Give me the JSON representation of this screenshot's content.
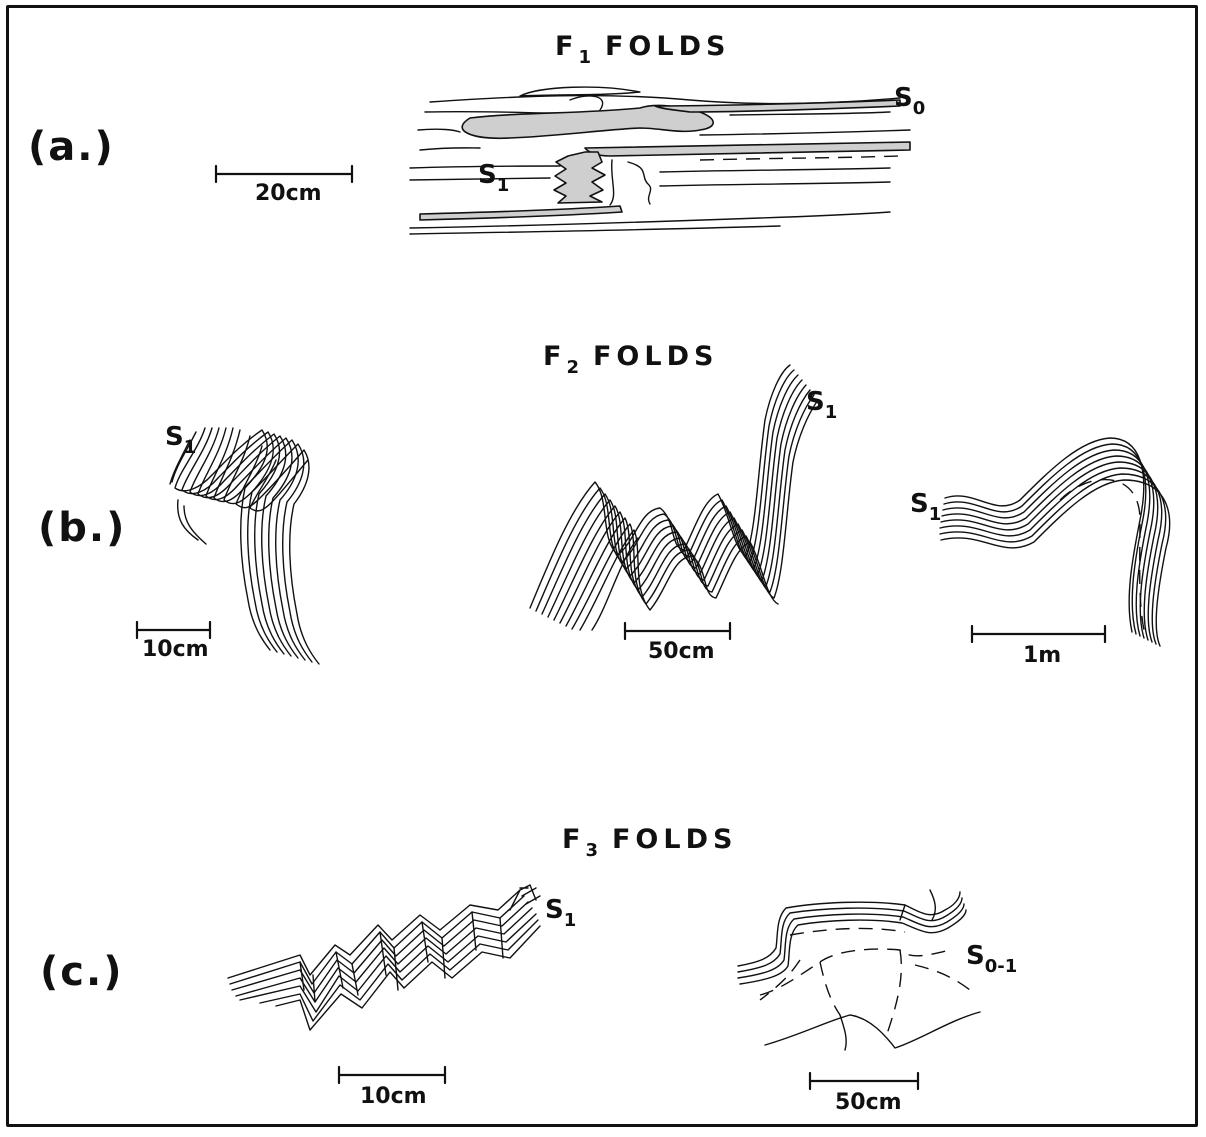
{
  "figure": {
    "panels": [
      {
        "id": "a",
        "label": "(a.)",
        "heading": {
          "prefix": "F",
          "sub": "1",
          "suffix": "FOLDS"
        },
        "labels": [
          {
            "base": "S",
            "sub": "0"
          },
          {
            "base": "S",
            "sub": "1"
          }
        ],
        "scale_bars": [
          "20cm"
        ]
      },
      {
        "id": "b",
        "label": "(b.)",
        "heading": {
          "prefix": "F",
          "sub": "2",
          "suffix": "FOLDS"
        },
        "labels": [
          {
            "base": "S",
            "sub": "1"
          },
          {
            "base": "S",
            "sub": "1"
          },
          {
            "base": "S",
            "sub": "1"
          }
        ],
        "scale_bars": [
          "10cm",
          "50cm",
          "1m"
        ]
      },
      {
        "id": "c",
        "label": "(c.)",
        "heading": {
          "prefix": "F",
          "sub": "3",
          "suffix": "FOLDS"
        },
        "labels": [
          {
            "base": "S",
            "sub": "1"
          },
          {
            "base": "S",
            "sub": "0-1"
          }
        ],
        "scale_bars": [
          "10cm",
          "50cm"
        ]
      }
    ]
  }
}
